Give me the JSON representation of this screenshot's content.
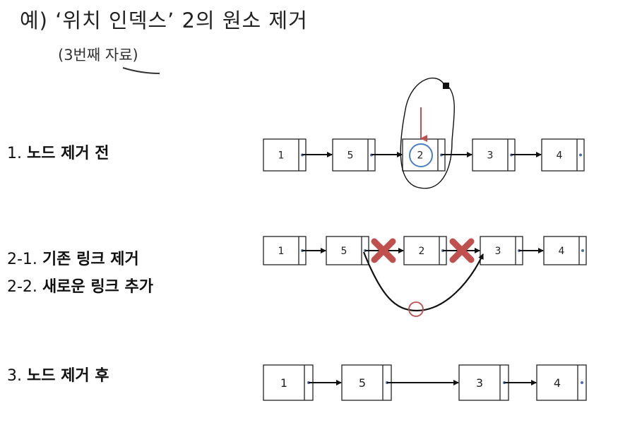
{
  "title": "예) ‘위치 인덱스’ 2의 원소 제거",
  "subtitle": "(3번째 자료)",
  "steps": {
    "s1": {
      "num": "1.",
      "text": "노드 제거 전"
    },
    "s21": {
      "num": "2-1.",
      "text": "기존 링크 제거"
    },
    "s22": {
      "num": "2-2.",
      "text": "새로운 링크 추가"
    },
    "s3": {
      "num": "3.",
      "text": "노드 제거 후"
    }
  },
  "rows": {
    "before": [
      "1",
      "5",
      "2",
      "3",
      "4"
    ],
    "relink": [
      "1",
      "5",
      "2",
      "3",
      "4"
    ],
    "after": [
      "1",
      "5",
      "3",
      "4"
    ]
  },
  "colors": {
    "highlight": "#4a7fc1",
    "cross": "#c0504d",
    "arrow_red": "#c0504d"
  }
}
